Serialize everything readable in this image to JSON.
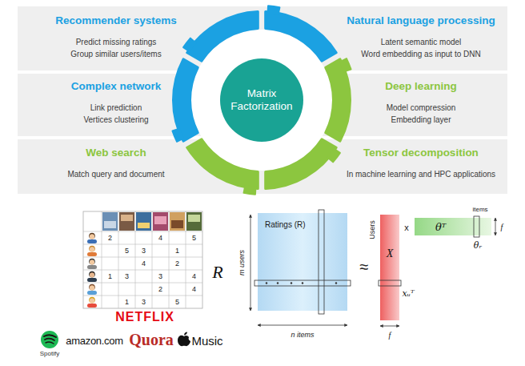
{
  "diagram": {
    "nodes": [
      {
        "text": [
          "Recommender systems",
          "Predict missing ratings",
          "Group similar users/items"
        ]
      },
      {
        "text": [
          "Natural language processing",
          "Latent semantic model",
          "Word embedding as input to DNN"
        ]
      },
      {
        "text": [
          "Matrix Factorization"
        ]
      },
      {
        "text": [
          "Complex network",
          "Link prediction",
          "Vertices clustering"
        ]
      },
      {
        "text": [
          "Deep learning",
          "Model compression",
          "Embedding layer"
        ]
      },
      {
        "text": [
          "Web search",
          "Match query and document"
        ]
      },
      {
        "text": [
          "Tensor decomposition",
          "In machine learning and HPC applications"
        ]
      },
      {
        "text": [
          "Ratings (R)"
        ]
      },
      {
        "text": [
          "X"
        ]
      },
      {
        "text": [
          "θᵀ"
        ]
      }
    ],
    "labels": [
      "2",
      "4",
      "5",
      "5",
      "3",
      "1",
      "4",
      "2",
      "1",
      "3",
      "3",
      "4",
      "2",
      "4",
      "1",
      "3",
      "5",
      "NETFLIX",
      "Spotify",
      "amazon.com",
      "Quora",
      "Music",
      "R",
      "m users",
      "n items",
      "≈",
      "Users",
      "xᵤᵀ",
      "f",
      "x",
      "items",
      "f",
      "θᵣ"
    ]
  }
}
